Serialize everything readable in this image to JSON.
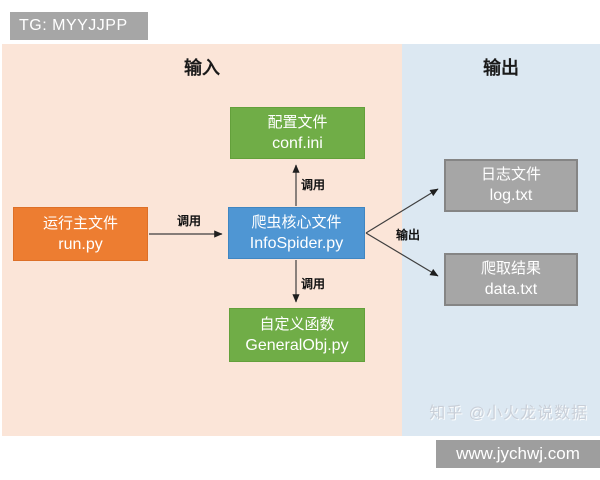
{
  "badge": {
    "text": "TG: MYYJJPP"
  },
  "sections": {
    "input": {
      "label": "输入"
    },
    "output": {
      "label": "输出"
    }
  },
  "nodes": {
    "run": {
      "title": "运行主文件",
      "file": "run.py"
    },
    "conf": {
      "title": "配置文件",
      "file": "conf.ini"
    },
    "spider": {
      "title": "爬虫核心文件",
      "file": "InfoSpider.py"
    },
    "general": {
      "title": "自定义函数",
      "file": "GeneralObj.py"
    },
    "log": {
      "title": "日志文件",
      "file": "log.txt"
    },
    "data": {
      "title": "爬取结果",
      "file": "data.txt"
    }
  },
  "edges": {
    "run_to_spider": {
      "label": "调用"
    },
    "spider_to_conf": {
      "label": "调用"
    },
    "spider_to_general": {
      "label": "调用"
    },
    "spider_to_outputs": {
      "label": "输出"
    }
  },
  "watermark": {
    "text": "知乎 @小火龙说数据"
  },
  "footer": {
    "url": "www.jychwj.com"
  },
  "colors": {
    "input_bg": "#fbe5d8",
    "output_bg": "#dce8f2",
    "orange_node": "#ed7d31",
    "green_node": "#70ad47",
    "blue_node": "#4f96d3",
    "gray_node": "#a6a6a6",
    "badge_bg": "#a6a6a6",
    "footer_bg": "#9e9e9e"
  }
}
